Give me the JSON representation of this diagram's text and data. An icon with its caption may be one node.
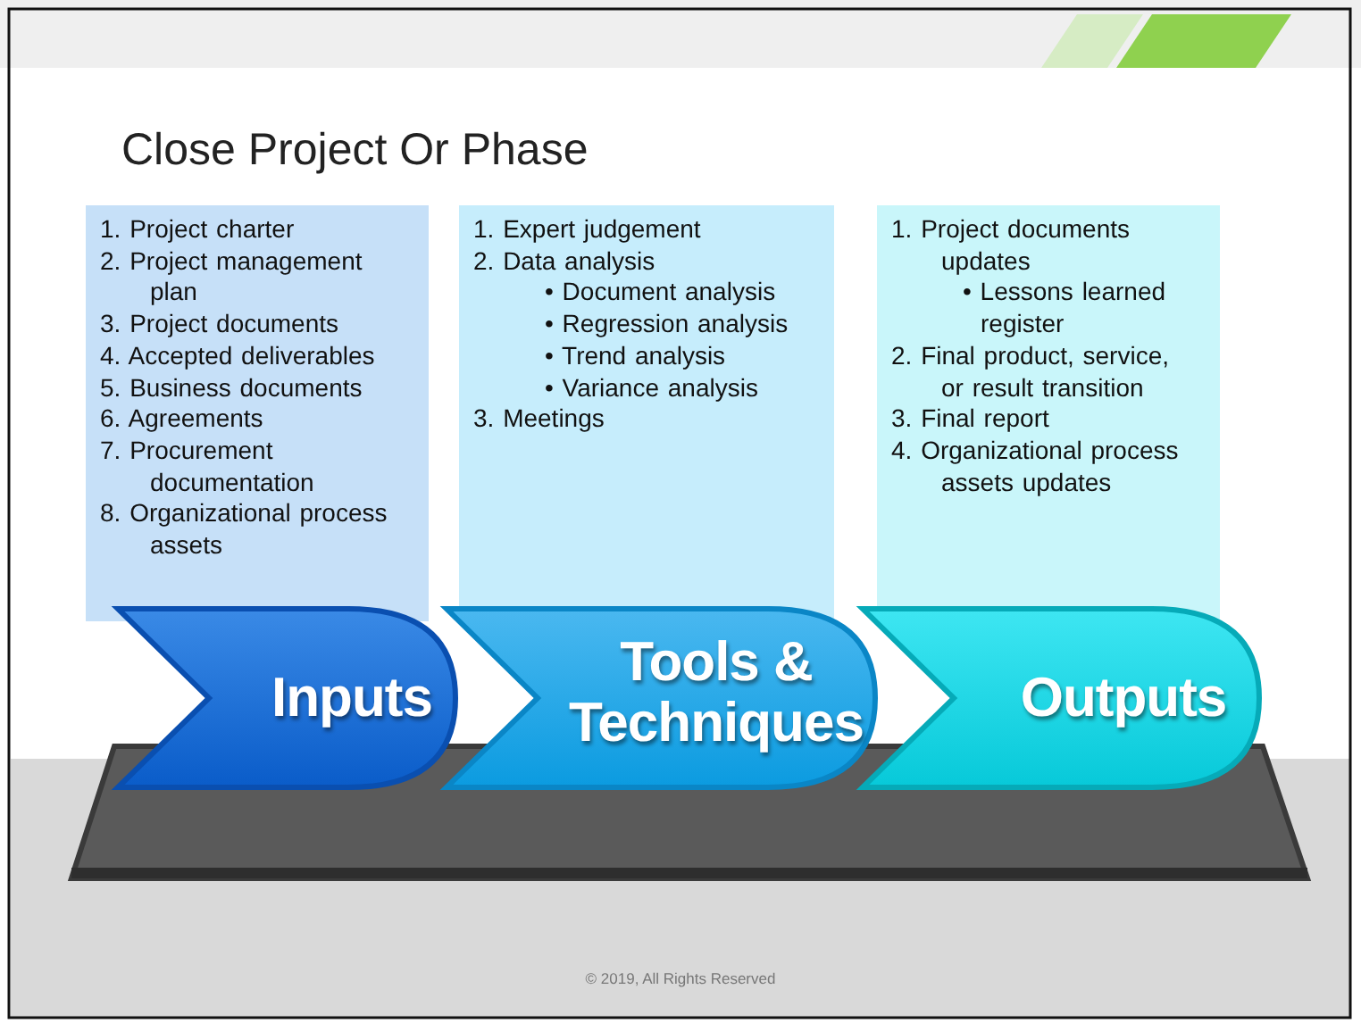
{
  "diagram": {
    "title": "Close Project Or Phase",
    "nodes": [
      {
        "text": [
          "1. Project charter",
          "2. Project management plan",
          "3. Project documents",
          "4. Accepted deliverables",
          "5. Business documents",
          "6. Agreements",
          "7. Procurement documentation",
          "8. Organizational process assets"
        ]
      },
      {
        "text": [
          "1. Expert judgement",
          "2. Data analysis",
          "• Document analysis",
          "• Regression analysis",
          "• Trend analysis",
          "• Variance analysis",
          "3. Meetings"
        ]
      },
      {
        "text": [
          "1. Project documents updates",
          "• Lessons learned register",
          "2. Final product, service, or result transition",
          "3. Final report",
          "4. Organizational process assets updates"
        ]
      },
      {
        "text": [
          "Inputs"
        ]
      },
      {
        "text": [
          "Tools & Techniques"
        ]
      },
      {
        "text": [
          "Outputs"
        ]
      }
    ],
    "labels": [
      "© 2019, All Rights Reserved"
    ]
  }
}
